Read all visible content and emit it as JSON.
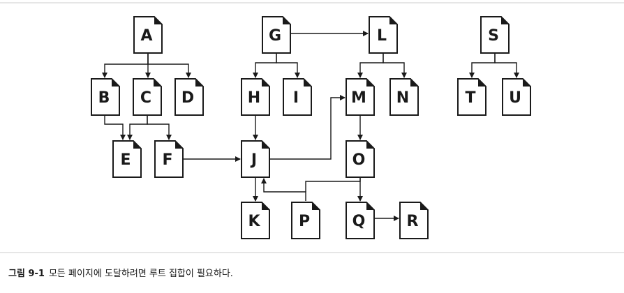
{
  "diagram": {
    "nodes": [
      {
        "id": "A",
        "label": "A"
      },
      {
        "id": "B",
        "label": "B"
      },
      {
        "id": "C",
        "label": "C"
      },
      {
        "id": "D",
        "label": "D"
      },
      {
        "id": "E",
        "label": "E"
      },
      {
        "id": "F",
        "label": "F"
      },
      {
        "id": "G",
        "label": "G"
      },
      {
        "id": "H",
        "label": "H"
      },
      {
        "id": "I",
        "label": "I"
      },
      {
        "id": "J",
        "label": "J"
      },
      {
        "id": "K",
        "label": "K"
      },
      {
        "id": "L",
        "label": "L"
      },
      {
        "id": "M",
        "label": "M"
      },
      {
        "id": "N",
        "label": "N"
      },
      {
        "id": "O",
        "label": "O"
      },
      {
        "id": "P",
        "label": "P"
      },
      {
        "id": "Q",
        "label": "Q"
      },
      {
        "id": "R",
        "label": "R"
      },
      {
        "id": "S",
        "label": "S"
      },
      {
        "id": "T",
        "label": "T"
      },
      {
        "id": "U",
        "label": "U"
      }
    ],
    "edges": [
      {
        "from": "A",
        "to": "B"
      },
      {
        "from": "A",
        "to": "C"
      },
      {
        "from": "A",
        "to": "D"
      },
      {
        "from": "B",
        "to": "E"
      },
      {
        "from": "C",
        "to": "E"
      },
      {
        "from": "C",
        "to": "F"
      },
      {
        "from": "F",
        "to": "J"
      },
      {
        "from": "G",
        "to": "L"
      },
      {
        "from": "G",
        "to": "H"
      },
      {
        "from": "G",
        "to": "I"
      },
      {
        "from": "H",
        "to": "J"
      },
      {
        "from": "J",
        "to": "K"
      },
      {
        "from": "J",
        "to": "M"
      },
      {
        "from": "L",
        "to": "M"
      },
      {
        "from": "L",
        "to": "N"
      },
      {
        "from": "M",
        "to": "O"
      },
      {
        "from": "O",
        "to": "Q"
      },
      {
        "from": "O",
        "to": "J"
      },
      {
        "from": "P",
        "to": "J"
      },
      {
        "from": "Q",
        "to": "R"
      },
      {
        "from": "S",
        "to": "T"
      },
      {
        "from": "S",
        "to": "U"
      }
    ]
  },
  "caption": {
    "number": "그림 9-1",
    "text": "모든 페이지에 도달하려면 루트 집합이 필요하다."
  }
}
